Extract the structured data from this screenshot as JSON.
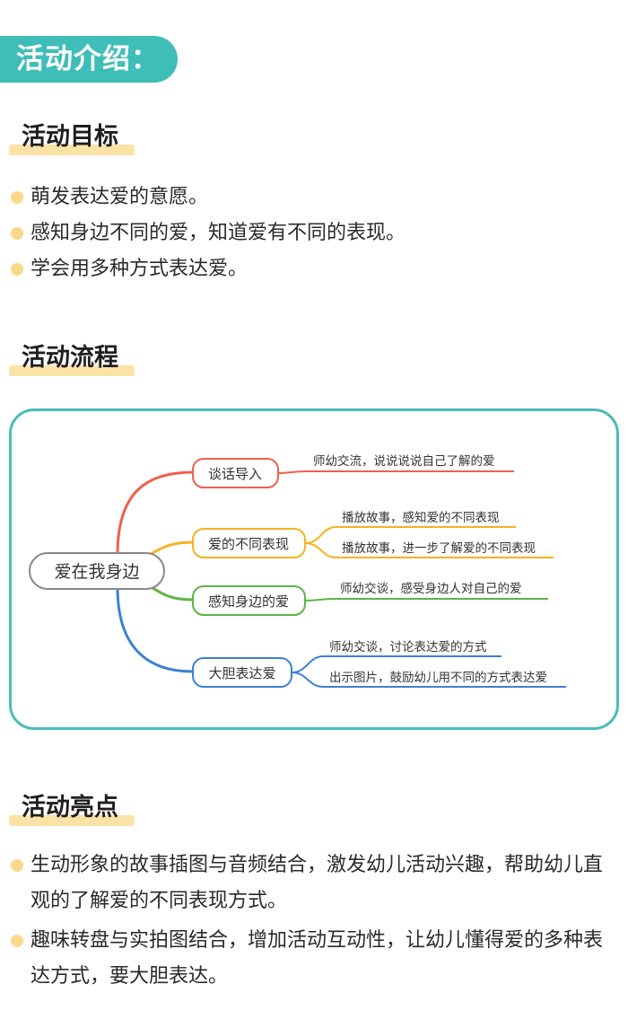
{
  "banner": {
    "title": "活动介绍："
  },
  "goals": {
    "title": "活动目标",
    "items": [
      "萌发表达爱的意愿。",
      "感知身边不同的爱，知道爱有不同的表现。",
      "学会用多种方式表达爱。"
    ]
  },
  "process": {
    "title": "活动流程",
    "root": "爱在我身边",
    "branches": [
      {
        "label": "谈话导入",
        "color": "#f0604b",
        "leaves": [
          "师幼交流，说说说说自己了解的爱"
        ]
      },
      {
        "label": "爱的不同表现",
        "color": "#f6b21f",
        "leaves": [
          "播放故事，感知爱的不同表现",
          "播放故事，进一步了解爱的不同表现"
        ]
      },
      {
        "label": "感知身边的爱",
        "color": "#5cb544",
        "leaves": [
          "师幼交谈，感受身边人对自己的爱"
        ]
      },
      {
        "label": "大胆表达爱",
        "color": "#3b82d0",
        "leaves": [
          "师幼交谈，讨论表达爱的方式",
          "出示图片，鼓励幼儿用不同的方式表达爱"
        ]
      }
    ]
  },
  "highlights": {
    "title": "活动亮点",
    "items": [
      "生动形象的故事插图与音频结合，激发幼儿活动兴趣，帮助幼儿直观的了解爱的不同表现方式。",
      "趣味转盘与实拍图结合，增加活动互动性，让幼儿懂得爱的多种表达方式，要大胆表达。"
    ]
  },
  "colors": {
    "accent": "#3fbdb8",
    "highlight": "#fbe3a7",
    "bullet": "#fbd88a"
  }
}
